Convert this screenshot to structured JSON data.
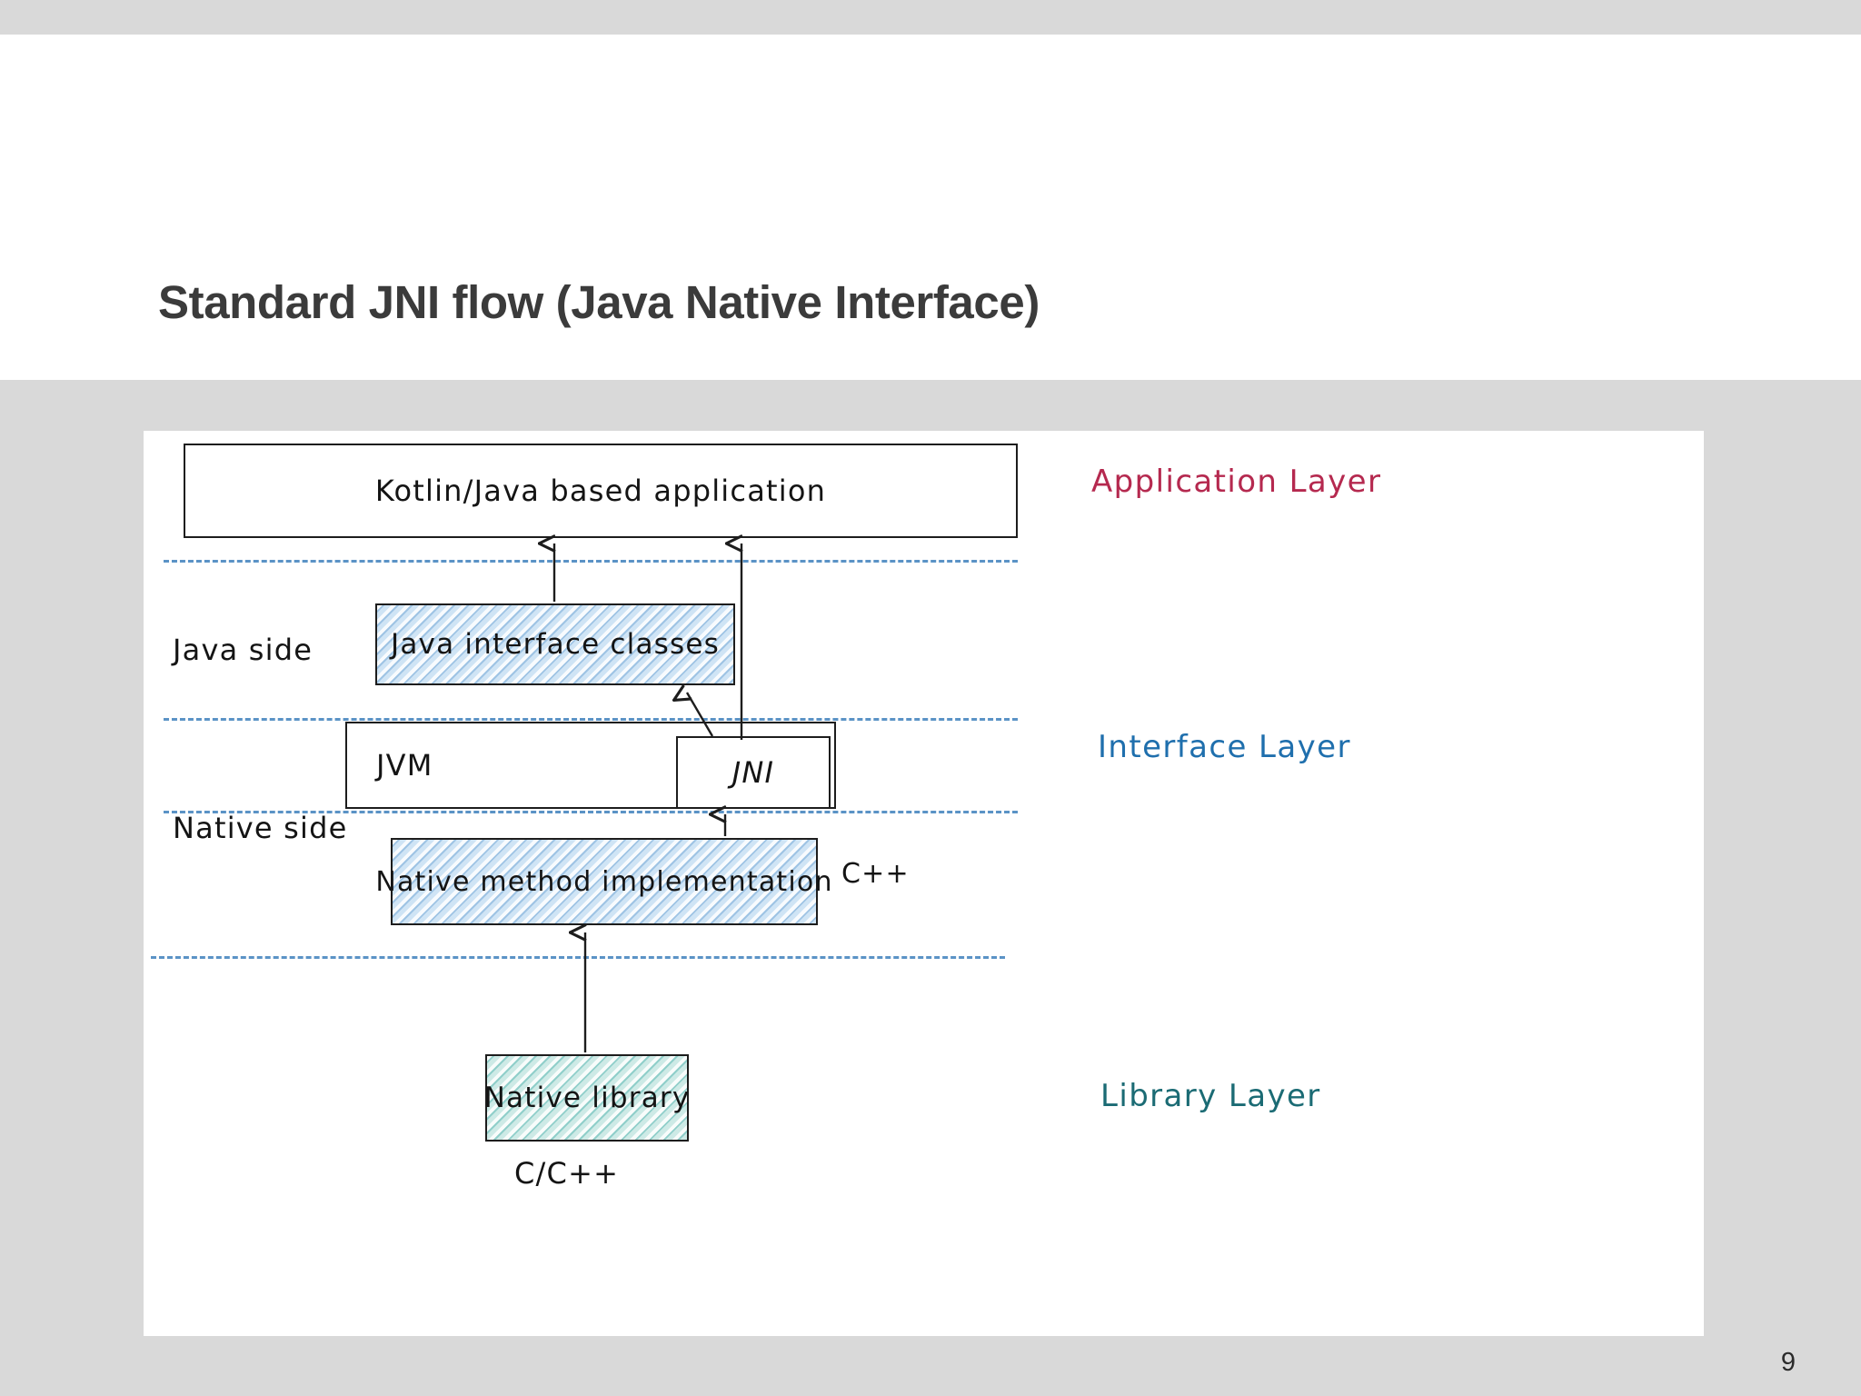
{
  "slide": {
    "title": "Standard JNI flow (Java Native Interface)",
    "page_number": "9",
    "background_color": "#d9d9d9",
    "title_color": "#3b3b3b"
  },
  "diagram": {
    "type": "layered-architecture",
    "boxes": [
      {
        "id": "application",
        "label": "Kotlin/Java based application",
        "style": "plain-white",
        "border_color": "#1d1d1d"
      },
      {
        "id": "java-interface-classes",
        "label": "Java interface classes",
        "style": "hatch-blue",
        "fill_color": "#cfe4f5"
      },
      {
        "id": "jvm",
        "label": "JVM",
        "style": "plain-white",
        "border_color": "#1d1d1d"
      },
      {
        "id": "jni",
        "label": "JNI",
        "style": "plain-white",
        "border_color": "#1d1d1d"
      },
      {
        "id": "native-method-implementation",
        "label": "Native method implementation",
        "style": "hatch-blue",
        "fill_color": "#cfe4f5"
      },
      {
        "id": "native-library",
        "label": "Native library",
        "style": "hatch-teal",
        "fill_color": "#cdeae6"
      }
    ],
    "side_labels": [
      {
        "id": "java-side",
        "label": "Java side"
      },
      {
        "id": "native-side",
        "label": "Native side"
      }
    ],
    "annotations": [
      {
        "id": "cpp",
        "label": "C++"
      },
      {
        "id": "c-cpp",
        "label": "C/C++"
      }
    ],
    "layer_labels": [
      {
        "id": "application-layer",
        "label": "Application Layer",
        "color": "#b5294f"
      },
      {
        "id": "interface-layer",
        "label": "Interface Layer",
        "color": "#1f6fad"
      },
      {
        "id": "library-layer",
        "label": "Library Layer",
        "color": "#1b6b74"
      }
    ],
    "separator_color": "#5b93c6",
    "separator_count": 4,
    "arrow_color": "#1d1d1d",
    "arrows": [
      {
        "from": "java-interface-classes",
        "to": "application"
      },
      {
        "from": "jni",
        "to": "application"
      },
      {
        "from": "jni",
        "to": "java-interface-classes"
      },
      {
        "from": "native-method-implementation",
        "to": "jni"
      },
      {
        "from": "native-library",
        "to": "native-method-implementation"
      }
    ]
  }
}
